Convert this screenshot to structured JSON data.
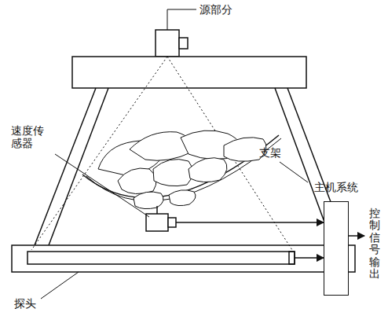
{
  "diagram": {
    "nodes": [
      {
        "text": [
          "主机系统"
        ]
      }
    ],
    "labels": [
      "源部分",
      "速度传感器",
      "支架",
      "探头",
      "控制信号输出"
    ]
  }
}
